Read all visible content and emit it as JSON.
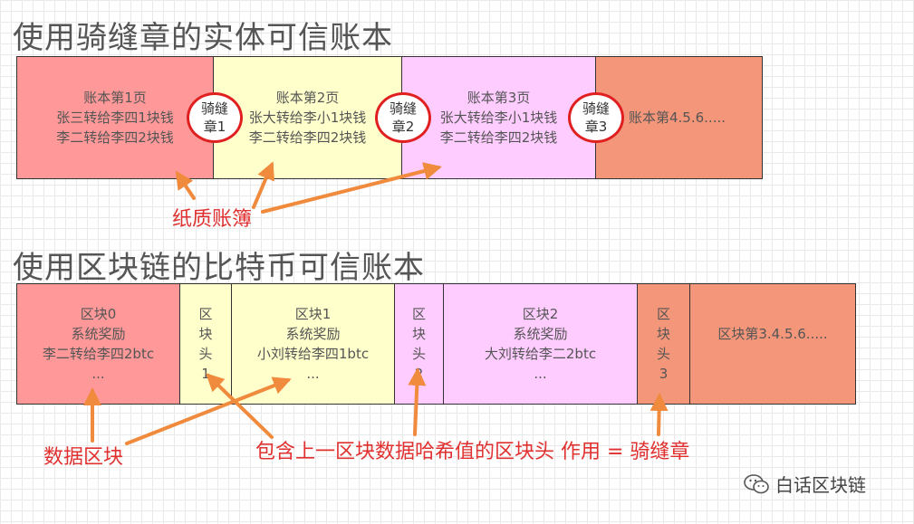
{
  "top": {
    "title": "使用骑缝章的实体可信账本",
    "pages": [
      {
        "lines": [
          "账本第1页",
          "张三转给李四1块钱",
          "李二转给李四2块钱"
        ],
        "color": "#ff9999"
      },
      {
        "lines": [
          "账本第2页",
          "张大转给李小1块钱",
          "李二转给李四2块钱"
        ],
        "color": "#ffffcc"
      },
      {
        "lines": [
          "账本第3页",
          "张大转给李小1块钱",
          "李二转给李四2块钱"
        ],
        "color": "#ffccff"
      },
      {
        "lines": [
          "账本第4.5.6....."
        ],
        "color": "#f4967a"
      }
    ],
    "seals": [
      {
        "line1": "骑缝",
        "line2": "章1"
      },
      {
        "line1": "骑缝",
        "line2": "章2"
      },
      {
        "line1": "骑缝",
        "line2": "章3"
      }
    ],
    "label": "纸质账簿"
  },
  "bottom": {
    "title": "使用区块链的比特币可信账本",
    "blocks": [
      {
        "lines": [
          "区块0",
          "系统奖励",
          "李二转给李四2btc",
          "..."
        ],
        "color": "#ff9999"
      },
      {
        "lines": [
          "区块1",
          "系统奖励",
          "小刘转给李四1btc",
          "..."
        ],
        "color": "#ffffcc"
      },
      {
        "lines": [
          "区块2",
          "系统奖励",
          "大刘转给李二2btc",
          "..."
        ],
        "color": "#ffccff"
      },
      {
        "lines": [
          "区块第3.4.5.6....."
        ],
        "color": "#f4967a"
      }
    ],
    "headers": [
      {
        "chars": [
          "区",
          "块",
          "头",
          "1"
        ],
        "color": "#ffffcc"
      },
      {
        "chars": [
          "区",
          "块",
          "头",
          "2"
        ],
        "color": "#ffccff"
      },
      {
        "chars": [
          "区",
          "块",
          "头",
          "3"
        ],
        "color": "#f4967a"
      }
    ],
    "label_data": "数据区块",
    "label_header": "包含上一区块数据哈希值的区块头  作用  =  骑缝章"
  },
  "watermark": {
    "text": "白话区块链",
    "icon": "wechat-icon"
  },
  "colors": {
    "arrow": "#f08a3c",
    "seal_border": "#e02020",
    "label": "#e03030"
  }
}
